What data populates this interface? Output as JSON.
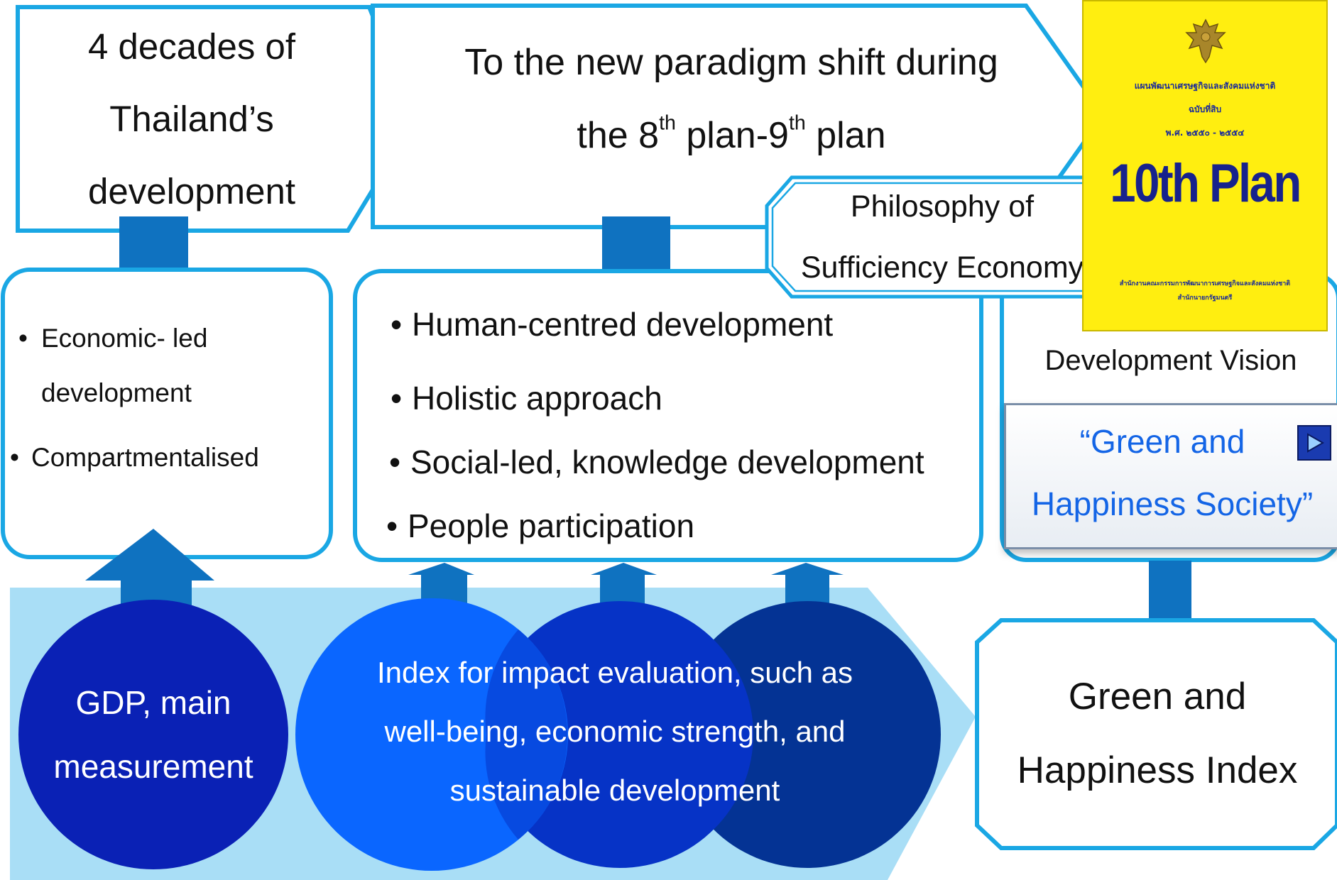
{
  "left_arrow": {
    "lines": [
      "4 decades of",
      "Thailand’s",
      "development"
    ]
  },
  "middle_arrow": {
    "line1": "To the new paradigm shift during",
    "line2_pre": "the 8",
    "sup1": "th",
    "line2_mid": " plan-9",
    "sup2": "th",
    "line2_post": " plan"
  },
  "philosophy": {
    "lines": [
      "Philosophy of",
      "Sufficiency Economy"
    ]
  },
  "plan_cover": {
    "thai_title": "แผนพัฒนาเศรษฐกิจและสังคมแห่งชาติ",
    "thai_edition": "ฉบับที่สิบ",
    "thai_years": "พ.ศ. ๒๕๕๐ - ๒๕๕๔",
    "title": "10th Plan",
    "thai_office": "สำนักงานคณะกรรมการพัฒนาการเศรษฐกิจและสังคมแห่งชาติ",
    "thai_pm": "สำนักนายกรัฐมนตรี"
  },
  "left_box": {
    "items": [
      "Economic- led development",
      "Compartmentalised"
    ]
  },
  "middle_box": {
    "items": [
      "Human-centred development",
      "Holistic approach",
      "Social-led, knowledge development",
      "People participation"
    ]
  },
  "vision": {
    "label": "Development Vision",
    "slogan_line1": "“Green and",
    "slogan_line2": "Happiness Society”",
    "play_icon": "play-icon"
  },
  "gdp_circle": {
    "lines": [
      "GDP, main",
      "measurement"
    ]
  },
  "index_circles": {
    "lines": [
      "Index for impact evaluation, such as",
      "well-being, economic strength, and",
      "sustainable development"
    ]
  },
  "ghi_box": {
    "lines": [
      "Green and",
      "Happiness Index"
    ]
  },
  "colors": {
    "outline_blue": "#1aa7e4",
    "arrow_blue": "#0f72c0",
    "band_light": "#a9def6",
    "circle_gdp": "#0a21b5",
    "circle_1": "#0a66ff",
    "circle_2": "#0633c6",
    "circle_3": "#043394",
    "cover_yellow": "#ffee10",
    "slogan_blue": "#1465e6"
  }
}
